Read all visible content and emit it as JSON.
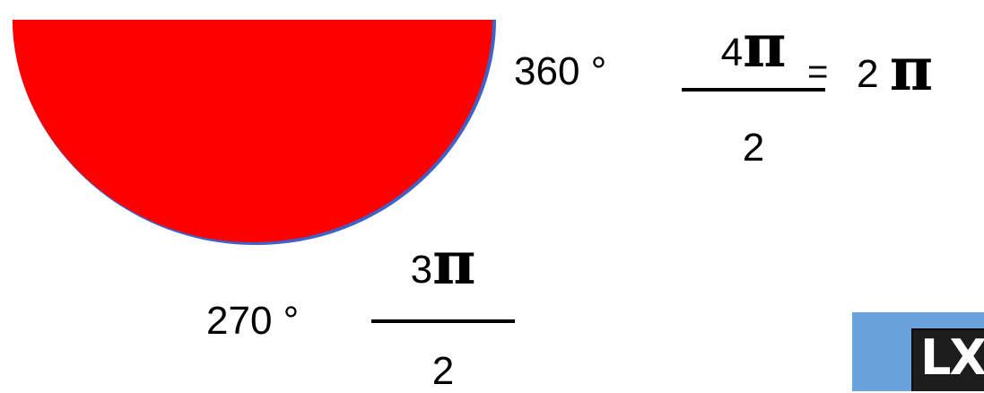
{
  "colors": {
    "semicircle_fill": "#ff0000",
    "semicircle_edge": "#3d63c9",
    "logo_bg": "#6aa3dc",
    "logo_dark": "#1d1d1d"
  },
  "labels": {
    "angle_360": "360 °",
    "angle_270": "270 °",
    "equals": "=",
    "frac1_num": "4",
    "frac1_den": "2",
    "frac2_num": "3",
    "frac2_den": "2",
    "result_num": "2",
    "pi": "π"
  },
  "logo": {
    "text": "LX"
  }
}
